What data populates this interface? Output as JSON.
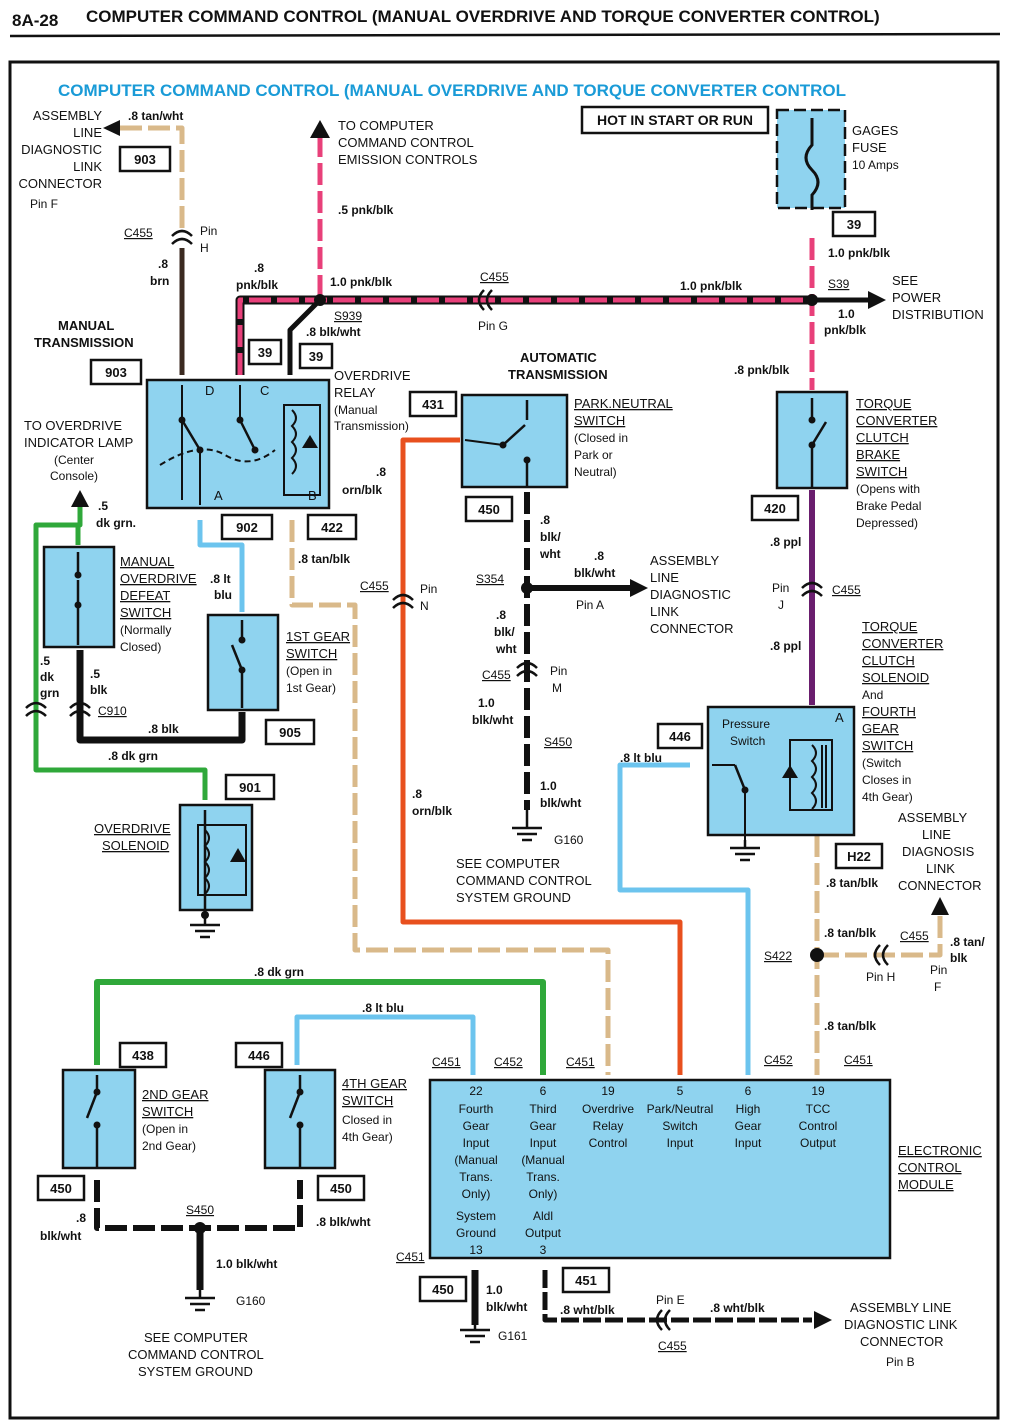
{
  "page": {
    "number": "8A-28",
    "title": "COMPUTER COMMAND CONTROL (MANUAL OVERDRIVE AND TORQUE CONVERTER CONTROL)",
    "diagram_title": "COMPUTER COMMAND CONTROL (MANUAL OVERDRIVE AND TORQUE CONVERTER CONTROL",
    "hot_label": "HOT IN START OR RUN"
  },
  "colors": {
    "pnk_blk": "#e8407a",
    "tan_blk": "#d9b98a",
    "brn": "#3b2a20",
    "blk": "#111111",
    "blk_wht": "#111111",
    "dk_grn": "#2fa83a",
    "lt_blu": "#6cc4ee",
    "orn_blk": "#e8501e",
    "ppl": "#6a1e6e",
    "wht_blk": "#111111",
    "component": "#8fd3ef",
    "title_blue": "#1a9bd7"
  },
  "text": {
    "assembly_line_dlc_left": [
      "ASSEMBLY",
      "LINE",
      "DIAGNOSTIC",
      "LINK",
      "CONNECTOR",
      "Pin F"
    ],
    "w_8tanwht": ".8 tan/wht",
    "c455": "C455",
    "c451": "C451",
    "c452": "C452",
    "c910": "C910",
    "s939": "S939",
    "s354": "S354",
    "s450": "S450",
    "s422": "S422",
    "s39": "S39",
    "h22": "H22",
    "pin_h": "Pin",
    "pin_h2": "H",
    "pin_g": "Pin G",
    "pin_n": "Pin",
    "pin_n2": "N",
    "pin_a": "Pin A",
    "pin_m": "Pin",
    "pin_m2": "M",
    "pin_j": "Pin",
    "pin_j2": "J",
    "pin_h_r": "Pin H",
    "pin_f": "Pin",
    "pin_f2": "F",
    "pin_e": "Pin E",
    "w_8": ".8",
    "w_brn": "brn",
    "w_pnkblk": "pnk/blk",
    "w_1pnkblk": "1.0 pnk/blk",
    "w_5pnkblk": ".5 pnk/blk",
    "w_8blkwht": ".8 blk/wht",
    "w_8pnkblk": ".8 pnk/blk",
    "w_10": "1.0",
    "w_orn_blk": "orn/blk",
    "w_8tanblk": ".8 tan/blk",
    "w_5": ".5",
    "w_dkgrn": "dk grn.",
    "w_dk": "dk",
    "w_grn": "grn",
    "w_blk": "blk",
    "w_8lt": ".8 lt",
    "w_blu": "blu",
    "w_8blk": ".8 blk",
    "w_8dkgrn": ".8 dk grn",
    "w_8ltblu": ".8 lt blu",
    "w_8ppl": ".8 ppl",
    "w_blkslash": "blk/",
    "w_wht": "wht",
    "w_blkwht": "blk/wht",
    "w_10blkwht": "1.0 blk/wht",
    "w_8whtblk": ".8 wht/blk",
    "w_8tan": ".8 tan/",
    "to_ccc": [
      "TO COMPUTER",
      "COMMAND CONTROL",
      "EMISSION CONTROLS"
    ],
    "gages_fuse": [
      "GAGES",
      "FUSE",
      "10 Amps"
    ],
    "see_power": [
      "SEE",
      "POWER",
      "DISTRIBUTION"
    ],
    "manual_trans": [
      "MANUAL",
      "TRANSMISSION"
    ],
    "overdrive_relay": [
      "OVERDRIVE",
      "RELAY",
      "(Manual",
      "Transmission)"
    ],
    "relay_d": "D",
    "relay_c": "C",
    "relay_a": "A",
    "relay_b": "B",
    "auto_trans": [
      "AUTOMATIC",
      "TRANSMISSION"
    ],
    "park_neutral": [
      "PARK.NEUTRAL",
      "SWITCH",
      "(Closed in",
      "Park or",
      "Neutral)"
    ],
    "tcc_brake": [
      "TORQUE",
      "CONVERTER",
      "CLUTCH",
      "BRAKE",
      "SWITCH",
      "(Opens with",
      "Brake Pedal",
      "Depressed)"
    ],
    "to_od_lamp": [
      "TO OVERDRIVE",
      "INDICATOR LAMP",
      "(Center",
      "Console)"
    ],
    "manual_od_defeat": [
      "MANUAL",
      "OVERDRIVE",
      "DEFEAT",
      "SWITCH",
      "(Normally",
      "Closed)"
    ],
    "first_gear": [
      "1ST GEAR",
      "SWITCH",
      "(Open in",
      "1st Gear)"
    ],
    "aldl_mid": [
      "ASSEMBLY",
      "LINE",
      "DIAGNOSTIC",
      "LINK",
      "CONNECTOR"
    ],
    "tcc_solenoid": [
      "TORQUE",
      "CONVERTER",
      "CLUTCH",
      "SOLENOID",
      "And",
      "FOURTH",
      "GEAR",
      "SWITCH",
      "(Switch",
      "Closes in",
      "4th Gear)"
    ],
    "pressure_switch": [
      "Pressure",
      "Switch"
    ],
    "aldl_right": [
      "ASSEMBLY",
      "LINE",
      "DIAGNOSIS",
      "LINK",
      "CONNECTOR"
    ],
    "od_solenoid": [
      "OVERDRIVE",
      "SOLENOID"
    ],
    "g160": "G160",
    "g161": "G161",
    "see_ground_mid": [
      "SEE COMPUTER",
      "COMMAND CONTROL",
      "SYSTEM GROUND"
    ],
    "see_ground_bottom": [
      "SEE COMPUTER",
      "COMMAND CONTROL",
      "SYSTEM GROUND"
    ],
    "second_gear": [
      "2ND GEAR",
      "SWITCH",
      "(Open in",
      "2nd Gear)"
    ],
    "fourth_gear": [
      "4TH GEAR",
      "SWITCH",
      "Closed in",
      "4th Gear)"
    ],
    "ecm_label": [
      "ELECTRONIC",
      "CONTROL",
      "MODULE"
    ],
    "aldl_bottom": [
      "ASSEMBLY LINE",
      "DIAGNOSTIC LINK",
      "CONNECTOR",
      "Pin B"
    ]
  },
  "boxes": {
    "b903a": "903",
    "b903b": "903",
    "b39a": "39",
    "b39b": "39",
    "b39c": "39",
    "b431": "431",
    "b450a": "450",
    "b420": "420",
    "b902": "902",
    "b422": "422",
    "b905": "905",
    "b901": "901",
    "b446a": "446",
    "b438": "438",
    "b446b": "446",
    "b450b": "450",
    "b450c": "450",
    "b450d": "450",
    "b451": "451"
  },
  "ecm_pins": [
    {
      "pin": "22",
      "lines": [
        "Fourth",
        "Gear",
        "Input",
        "(Manual",
        "Trans.",
        "Only)"
      ]
    },
    {
      "pin": "6",
      "lines": [
        "Third",
        "Gear",
        "Input",
        "(Manual",
        "Trans.",
        "Only)"
      ]
    },
    {
      "pin": "19",
      "lines": [
        "Overdrive",
        "Relay",
        "Control"
      ]
    },
    {
      "pin": "5",
      "lines": [
        "Park/Neutral",
        "Switch",
        "Input"
      ]
    },
    {
      "pin": "6",
      "lines": [
        "High",
        "Gear",
        "Input"
      ]
    },
    {
      "pin": "19",
      "lines": [
        "TCC",
        "Control",
        "Output"
      ]
    }
  ],
  "ecm_bottom_pins": [
    {
      "pin": "13",
      "lines": [
        "System",
        "Ground"
      ]
    },
    {
      "pin": "3",
      "lines": [
        "Aldl",
        "Output"
      ]
    }
  ]
}
